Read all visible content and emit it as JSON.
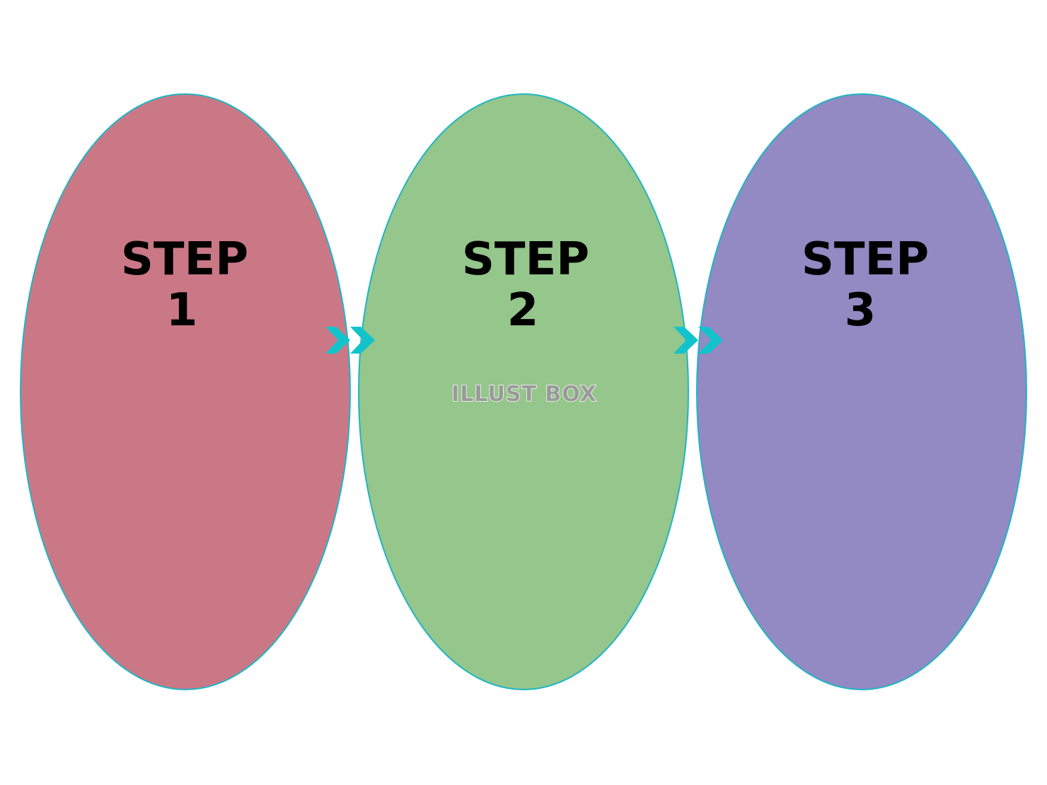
{
  "diagram": {
    "steps": [
      {
        "line1": "STEP",
        "line2": "1",
        "fill": "#cb7886"
      },
      {
        "line1": "STEP",
        "line2": "2",
        "fill": "#95c68b"
      },
      {
        "line1": "STEP",
        "line2": "3",
        "fill": "#9389c3"
      }
    ],
    "outline_color": "#1fb5c4",
    "arrow_color": "#12c3cc",
    "connectors": [
      "double-chevron-icon",
      "double-chevron-icon"
    ],
    "watermark": "ILLUST BOX"
  }
}
